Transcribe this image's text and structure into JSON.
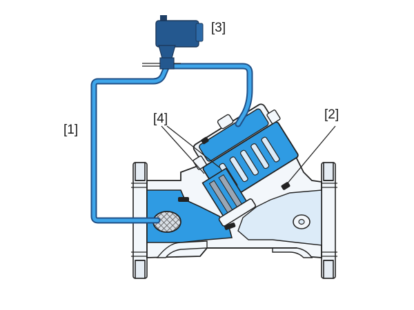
{
  "labels": {
    "one": "[1]",
    "two": "[2]",
    "three": "[3]",
    "four": "[4]"
  },
  "colors": {
    "water_dark": "#2f9be3",
    "water_light": "#dcebf8",
    "body_fill": "#f3f7fb",
    "outline": "#222222",
    "pilot": "#24588f",
    "tube_outer": "#1f4f86",
    "tube_inner": "#3fa6ea"
  }
}
